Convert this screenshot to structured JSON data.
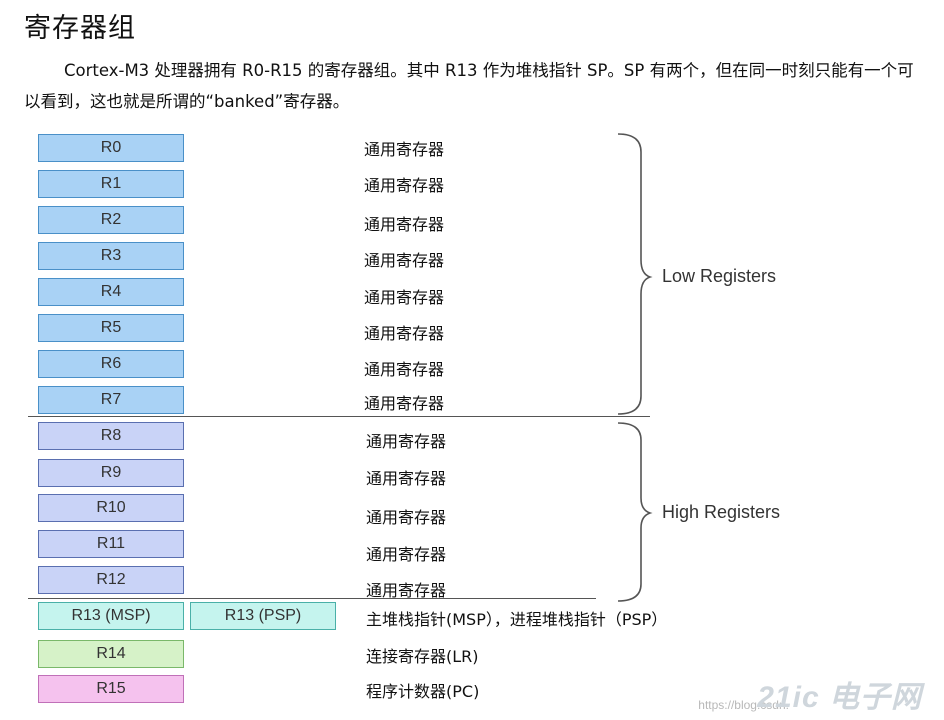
{
  "title": "寄存器组",
  "intro": "Cortex-M3 处理器拥有 R0-R15 的寄存器组。其中 R13 作为堆栈指针 SP。SP 有两个，但在同一时刻只能有一个可以看到，这也就是所谓的“banked”寄存器。",
  "colors": {
    "low_fill": "#a9d2f5",
    "low_border": "#4a90c8",
    "high_fill": "#c9d3f7",
    "high_border": "#5a6fb0",
    "sp_fill": "#c5f4ee",
    "sp_border": "#4ab0a8",
    "lr_fill": "#d6f2c8",
    "lr_border": "#7ab86a",
    "pc_fill": "#f5c2ee",
    "pc_border": "#c070b8"
  },
  "registers": [
    {
      "name": "R0",
      "desc": "通用寄存器",
      "group": "low"
    },
    {
      "name": "R1",
      "desc": "通用寄存器",
      "group": "low"
    },
    {
      "name": "R2",
      "desc": "通用寄存器",
      "group": "low"
    },
    {
      "name": "R3",
      "desc": "通用寄存器",
      "group": "low"
    },
    {
      "name": "R4",
      "desc": "通用寄存器",
      "group": "low"
    },
    {
      "name": "R5",
      "desc": "通用寄存器",
      "group": "low"
    },
    {
      "name": "R6",
      "desc": "通用寄存器",
      "group": "low"
    },
    {
      "name": "R7",
      "desc": "通用寄存器",
      "group": "low"
    },
    {
      "name": "R8",
      "desc": "通用寄存器",
      "group": "high"
    },
    {
      "name": "R9",
      "desc": "通用寄存器",
      "group": "high"
    },
    {
      "name": "R10",
      "desc": "通用寄存器",
      "group": "high"
    },
    {
      "name": "R11",
      "desc": "通用寄存器",
      "group": "high"
    },
    {
      "name": "R12",
      "desc": "通用寄存器",
      "group": "high"
    }
  ],
  "sp": {
    "msp": "R13 (MSP)",
    "psp": "R13 (PSP)",
    "desc": "主堆栈指针(MSP），进程堆栈指针（PSP）"
  },
  "lr": {
    "name": "R14",
    "desc": "连接寄存器(LR)"
  },
  "pc": {
    "name": "R15",
    "desc": "程序计数器(PC)"
  },
  "groups": {
    "low": "Low Registers",
    "high": "High Registers"
  },
  "watermark": "https://blog.csdn.",
  "logo": "21ic 电子网"
}
